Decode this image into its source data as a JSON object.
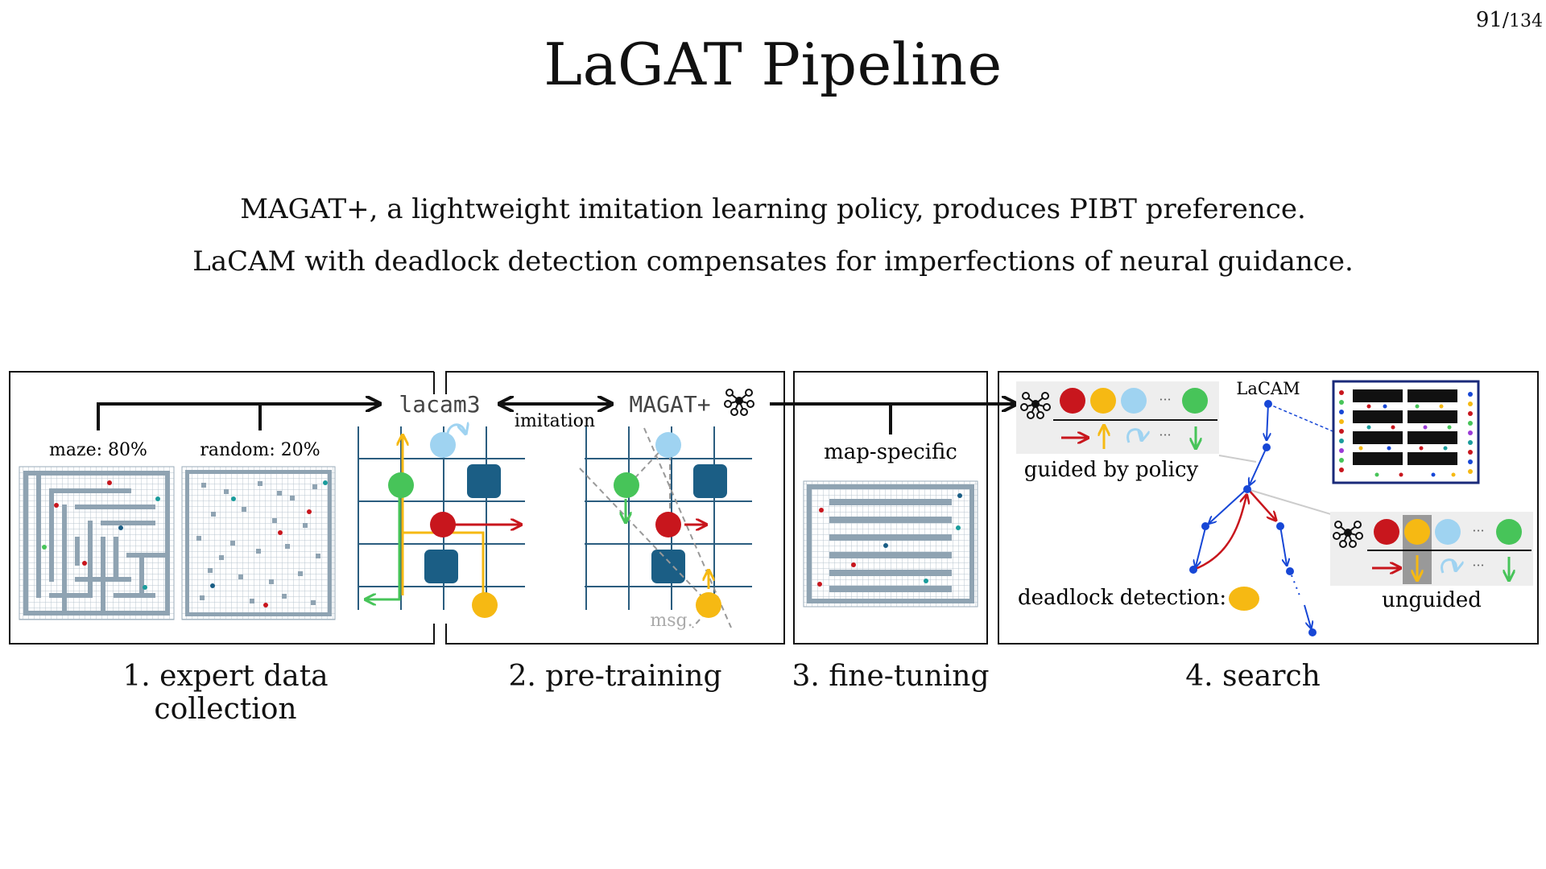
{
  "page": {
    "current": "91",
    "total": "134"
  },
  "title": "LaGAT Pipeline",
  "subtitle_lines": [
    "MAGAT+, a lightweight imitation learning policy, produces PIBT preference.",
    "LaCAM with deadlock detection compensates for imperfections of neural guidance."
  ],
  "panel1": {
    "maze_label": "maze: 80%",
    "random_label": "random: 20%",
    "solver_label": "lacam3",
    "imitation_label": "imitation"
  },
  "panel2": {
    "model_label": "MAGAT+",
    "msg_label": "msg."
  },
  "panel3": {
    "map_label": "map-specific"
  },
  "panel4": {
    "guided_label": "guided by policy",
    "lacam_label": "LaCAM",
    "deadlock_label": "deadlock detection:",
    "unguided_label": "unguided",
    "ellipsis": "···"
  },
  "stages": [
    "1. expert data collection",
    "2. pre-training",
    "3. fine-tuning",
    "4. search"
  ],
  "colors": {
    "red": "#c8161d",
    "yellow": "#f6b913",
    "lightblue": "#9fd3f1",
    "green": "#47c459",
    "navy": "#1b5e85",
    "grid": "#2b5d7f",
    "treeblue": "#1747d6"
  }
}
